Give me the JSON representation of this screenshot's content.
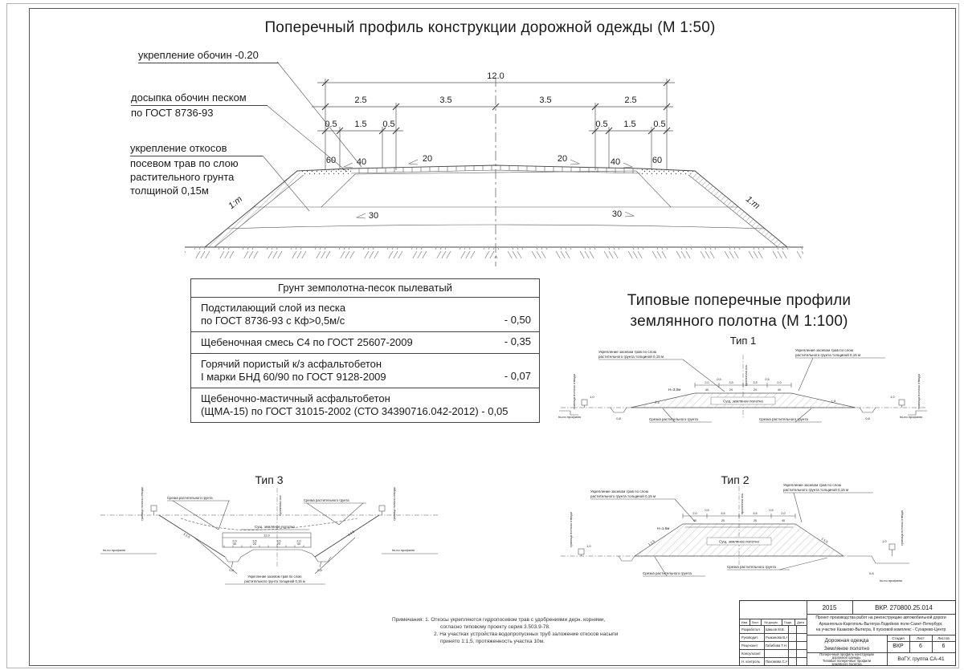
{
  "sheet": {
    "title": "Поперечный профиль конструкции дорожной  одежды (М 1:50)",
    "section2_title_line1": "Типовые поперечные профили",
    "section2_title_line2": "землянного полотна (М 1:100)"
  },
  "callouts": {
    "c1": "укрепление обочин -0.20",
    "c2_line1": "досыпка обочин песком",
    "c2_line2": "по ГОСТ 8736-93",
    "c3_line1": "укрепление откосов",
    "c3_line2": "посевом трав по слою",
    "c3_line3": "растительного грунта",
    "c3_line4": "толщиной 0,15м"
  },
  "dims": {
    "total": "12.0",
    "seg1": "2.5",
    "seg2": "3.5",
    "seg3": "3.5",
    "seg4": "2.5",
    "sub1": "0.5",
    "sub2": "1.5",
    "sub3": "0.5",
    "sub4": "0.5",
    "sub5": "1.5",
    "sub6": "0.5",
    "slope60l": "60",
    "slope40l": "40",
    "slope20l": "20",
    "slope20r": "20",
    "slope40r": "40",
    "slope60r": "60",
    "slope30l": "30",
    "slope30r": "30",
    "slope_m_left": "1:m",
    "slope_m_right": "1:m"
  },
  "layers_table": {
    "header": "Грунт земполотна-песок пылеватый",
    "rows": [
      {
        "line1": "Подстилающий слой из песка",
        "line2": "по ГОСТ 8736-93 с Кф>0,5м/с",
        "value": "- 0,50"
      },
      {
        "line1": "Щебеночная смесь С4 по ГОСТ 25607-2009",
        "line2": "",
        "value": "- 0,35"
      },
      {
        "line1": "Горячий пористый к/з асфальтобетон",
        "line2": "I марки БНД 60/90 по ГОСТ 9128-2009",
        "value": "- 0,07"
      },
      {
        "line1": "Щебеночно-мастичный асфальтобетон",
        "line2": "(ЩМА-15) по ГОСТ 31015-2002 (СТО 34390716.042-2012) - 0,05",
        "value": ""
      }
    ]
  },
  "profiles": {
    "type1_label": "Тип 1",
    "type2_label": "Тип 2",
    "type3_label": "Тип 3",
    "strengthen_line1": "Укрепление засевом трав по слою",
    "strengthen_line2": "растительного грунта толщиной 0,15 м",
    "boundary": "граница полосы отвода",
    "axis": "проектная ось",
    "existing": "Сущ. земляное полотно",
    "cut_topsoil": "Срезка растительного грунта",
    "profile_mark": "hк-по профилю",
    "h30": "Н=3,0м",
    "h15": "Н=1,5м",
    "slope14": "1:4",
    "slope115": "1:1,5",
    "d120": "12,0",
    "d20": "2,0",
    "d35": "3,5",
    "d05": "0,5",
    "s40": "40",
    "s20": "20",
    "m08": "0,8",
    "m10": "1,0"
  },
  "notes": {
    "line1": "Примечания:  1. Откосы укрепляются гидропосевом трав с удобрениями дерн. корнями,",
    "line2": "согласно типовому проекту серия 3.503.9-78.",
    "line3": "2. На участках устройства водопропускных труб заложение откосов насыпи",
    "line4": "принято 1:1,5, протяженность участка 10м."
  },
  "stamp": {
    "year": "2015",
    "doc_code": "ВКР. 270800.25.014",
    "project_line1": "Проект производства работ на реконструкцию автомобильной дороги",
    "project_line2": "Архангельск-Каргополь-Вытегра-Лодейное поле-Санкт-Петербург,",
    "project_line3": "на участке Казаково-Вытегра, II пусковой комплекс - Сухарево-Центр",
    "subject1": "Дорожная одежда",
    "subject2": "Земляное полотно",
    "stage_header": "Стадия",
    "sheet_header": "Лист",
    "sheets_header": "Листов",
    "stage": "ВКР",
    "sheet_no": "6",
    "sheets_total": "6",
    "drawing_title_line1": "Поперечный профиль конструкции",
    "drawing_title_line2": "дорожной одежды.",
    "drawing_title_line3": "Типовые поперечные профили",
    "drawing_title_line4": "земляного полотна",
    "org": "ВоГУ, группа СА-41",
    "cols": {
      "izm": "Изм.",
      "list": "Лист",
      "ndoc": "№ докум.",
      "podp": "Подп.",
      "data": "Дата"
    },
    "rows": [
      {
        "role": "Разработал",
        "name": "Шишов М.В."
      },
      {
        "role": "Руководит.",
        "name": "Рыжанова В.А."
      },
      {
        "role": "Рецензент",
        "name": "Габибова Т.Н."
      },
      {
        "role": "Консультант",
        "name": ""
      },
      {
        "role": "Н. контроль",
        "name": "Пахомова С.А."
      }
    ]
  }
}
